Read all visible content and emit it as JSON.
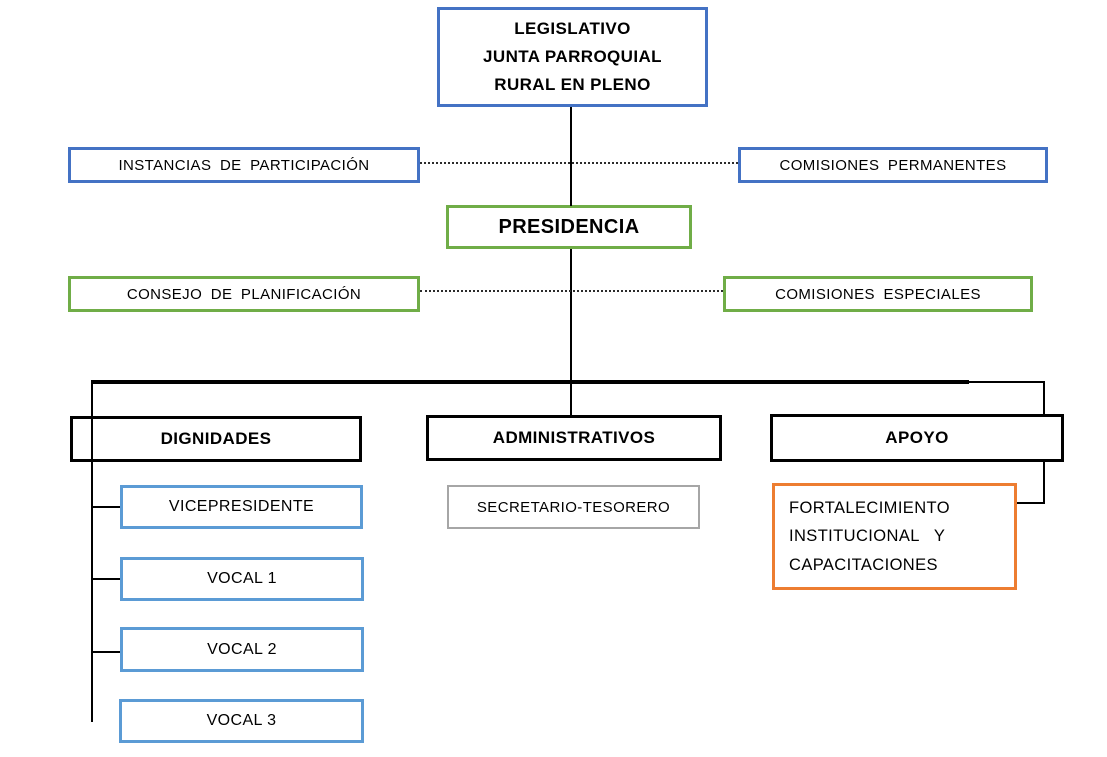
{
  "colors": {
    "blue": "#4472C4",
    "light_blue": "#5B9BD5",
    "green": "#70AD47",
    "orange": "#ED7D31",
    "gray": "#A6A6A6",
    "connector": "#000000"
  },
  "org": {
    "root": "LEGISLATIVO\nJUNTA PARROQUIAL\nRURAL EN PLENO",
    "participation": "INSTANCIAS DE PARTICIPACIÓN",
    "permanent_commissions": "COMISIONES PERMANENTES",
    "presidency": "PRESIDENCIA",
    "planning_council": "CONSEJO DE PLANIFICACIÓN",
    "special_commissions": "COMISIONES ESPECIALES",
    "dignities": "DIGNIDADES",
    "administrative": "ADMINISTRATIVOS",
    "support": "APOYO",
    "vice_president": "VICEPRESIDENTE",
    "vocal_1": "VOCAL 1",
    "vocal_2": "VOCAL 2",
    "vocal_3": "VOCAL 3",
    "secretary_treasurer": "SECRETARIO-TESORERO",
    "strengthening": "FORTALECIMIENTO\nINSTITUCIONAL   Y\nCAPACITACIONES"
  }
}
